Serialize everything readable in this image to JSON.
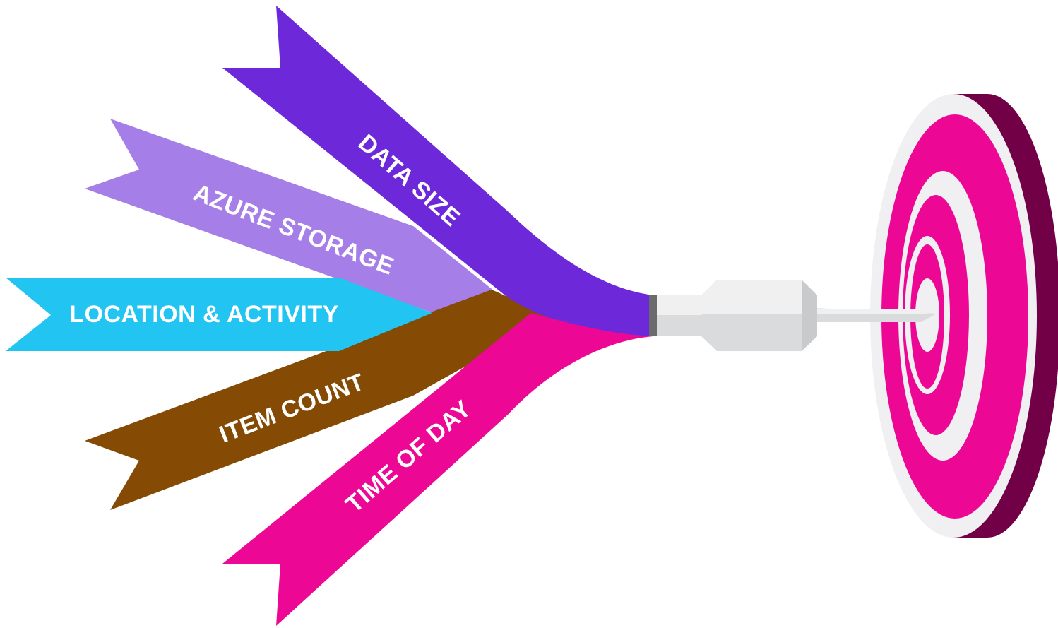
{
  "ribbons": [
    {
      "id": "data-size",
      "label": "DATA SIZE",
      "color": "#6D28D9"
    },
    {
      "id": "azure-storage",
      "label": "AZURE STORAGE",
      "color": "#A67EE8"
    },
    {
      "id": "location-activity",
      "label": "LOCATION & ACTIVITY",
      "color": "#22C4F2"
    },
    {
      "id": "item-count",
      "label": "ITEM COUNT",
      "color": "#854B04"
    },
    {
      "id": "time-of-day",
      "label": "TIME OF DAY",
      "color": "#EC0894"
    }
  ],
  "target": {
    "ring_primary": "#EC0894",
    "ring_secondary": "#F0F0F2",
    "edge": "#720046"
  },
  "dart": {
    "body": "#DADBDD",
    "highlight": "#F0F0F0",
    "shadow": "#C9CACC",
    "collar": "#6B6B6B"
  }
}
